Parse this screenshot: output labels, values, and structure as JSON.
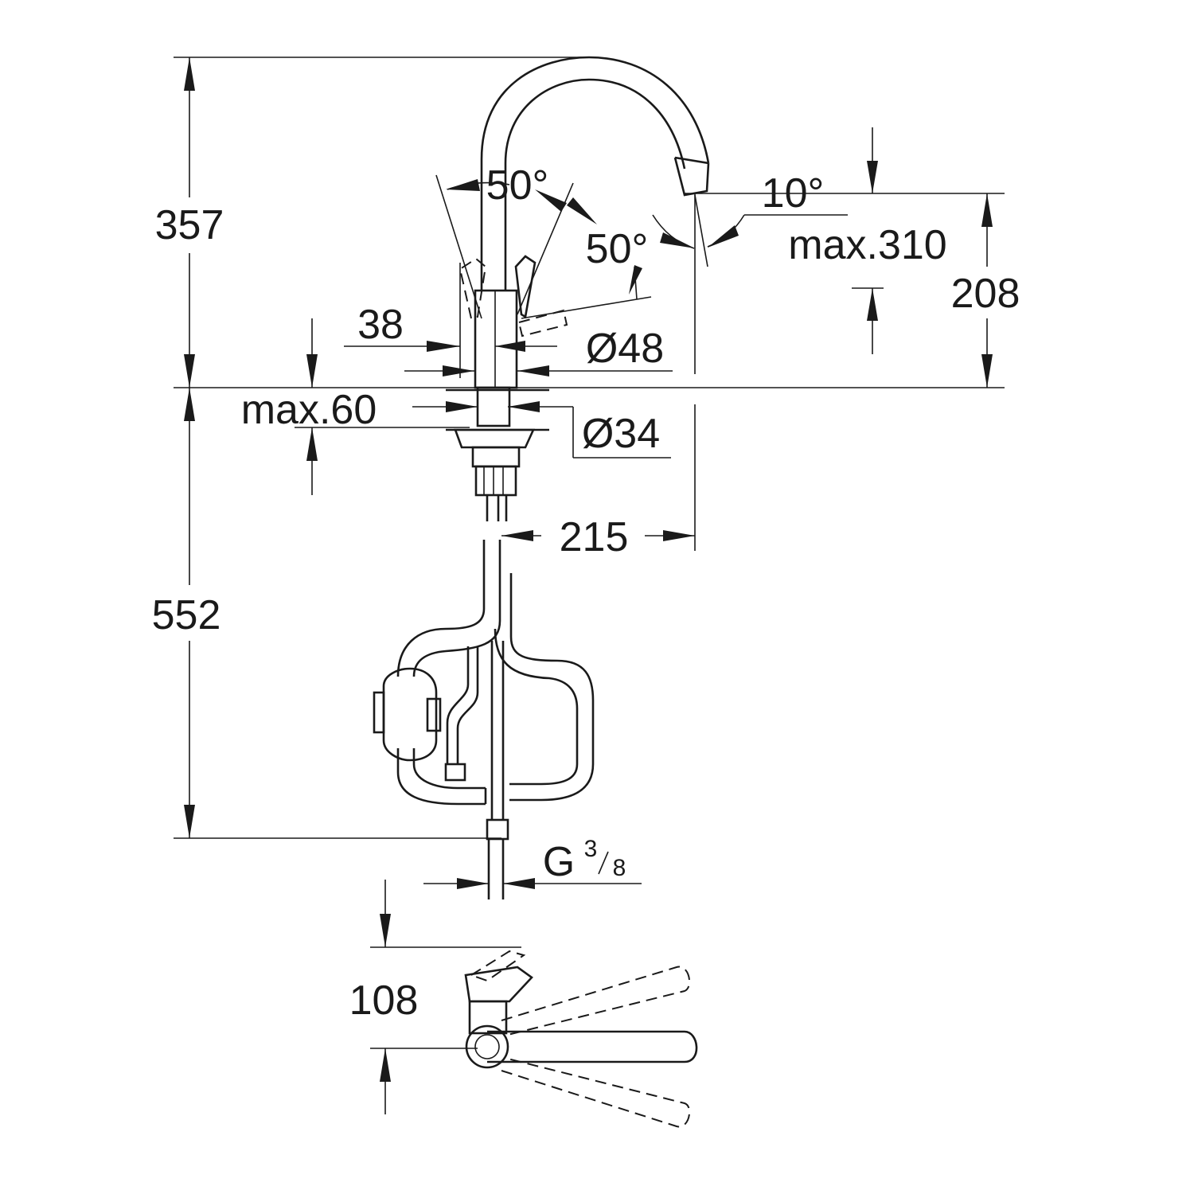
{
  "dimensions": {
    "overall_height_above_deck": "357",
    "swivel_angle_left": "50°",
    "swivel_angle_right": "50°",
    "spray_tilt": "10°",
    "pullout_length": "max.310",
    "spout_outlet_height": "208",
    "lever_offset": "38",
    "body_diameter": "Ø48",
    "deck_thickness": "max.60",
    "shank_diameter": "Ø34",
    "spout_reach": "215",
    "hose_length_below_deck": "552",
    "connection_thread_main": "G",
    "connection_thread_num": "3",
    "connection_thread_den": "8",
    "lever_clearance": "108"
  }
}
